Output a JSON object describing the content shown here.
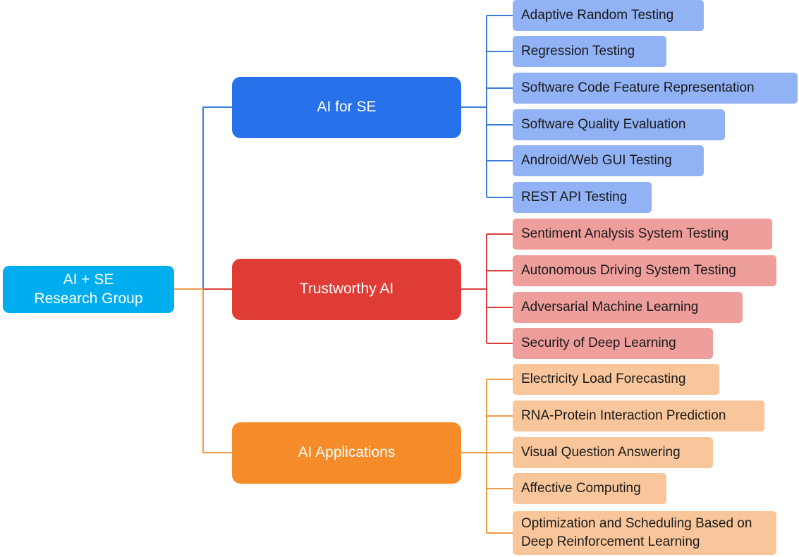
{
  "root": {
    "line1": "AI + SE",
    "line2": "Research Group"
  },
  "colors": {
    "root": "#00aeef",
    "ai_for_se": "#2771ea",
    "ai_for_se_leaf": "#92b2f6",
    "ai_for_se_line": "#3c7bd8",
    "trustworthy_ai": "#e03c36",
    "trustworthy_ai_leaf": "#ee9e9b",
    "trustworthy_ai_line": "#d9403d",
    "ai_applications": "#f68c29",
    "ai_applications_leaf": "#f9c69b",
    "ai_applications_line": "#f19a45"
  },
  "branches": [
    {
      "label": "AI for SE",
      "topics": [
        "Adaptive Random Testing",
        "Regression Testing",
        "Software Code Feature Representation",
        "Software Quality Evaluation",
        "Android/Web GUI Testing",
        "REST API Testing"
      ]
    },
    {
      "label": "Trustworthy AI",
      "topics": [
        "Sentiment Analysis System Testing",
        "Autonomous Driving System Testing",
        "Adversarial Machine Learning",
        "Security of Deep Learning"
      ]
    },
    {
      "label": "AI Applications",
      "topics": [
        "Electricity Load Forecasting",
        "RNA-Protein Interaction Prediction",
        "Visual Question Answering",
        "Affective Computing",
        "Optimization and Scheduling Based on Deep Reinforcement Learning"
      ]
    }
  ]
}
